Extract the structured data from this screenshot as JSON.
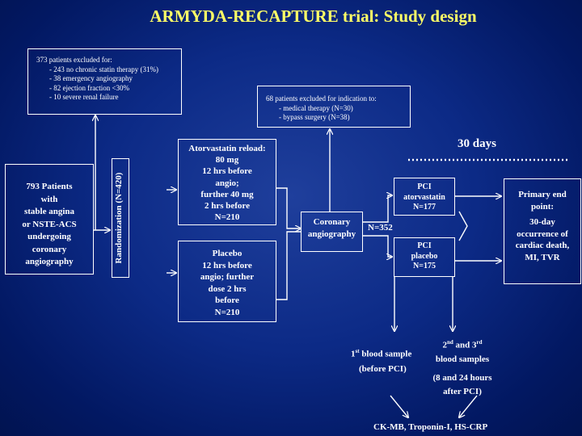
{
  "title": "ARMYDA-RECAPTURE trial: Study design",
  "excluded_373": {
    "heading": "373 patients excluded for:",
    "items": [
      "- 243 no chronic  statin therapy (31%)",
      "- 38   emergency angiography",
      "-  82  ejection fraction <30%",
      "- 10   severe renal failure"
    ]
  },
  "excluded_68": {
    "heading": "68 patients excluded for indication to:",
    "items": [
      "- medical therapy (N=30)",
      "- bypass surgery (N=38)"
    ]
  },
  "patients": {
    "lines": [
      "793 Patients",
      "with",
      "stable angina",
      "or NSTE-ACS",
      "undergoing",
      "coronary",
      "angiography"
    ]
  },
  "randomization": "Randomization (N=420)",
  "atorvastatin": {
    "lines": [
      "Atorvastatin reload:",
      "80 mg",
      "12 hrs before",
      "angio;",
      "further 40 mg",
      "2 hrs before",
      "N=210"
    ]
  },
  "placebo": {
    "lines": [
      "Placebo",
      "12 hrs before",
      "angio; further",
      "dose 2 hrs",
      "before",
      "N=210"
    ]
  },
  "angiography": {
    "lines": [
      "Coronary",
      "angiography"
    ]
  },
  "n352": "N=352",
  "thirty_days": "30 days",
  "pci_atorvastatin": {
    "lines": [
      "PCI",
      "atorvastatin",
      "N=177"
    ]
  },
  "pci_placebo": {
    "lines": [
      "PCI",
      "placebo",
      "N=175"
    ]
  },
  "primary": {
    "lines": [
      "Primary end",
      "point:",
      "",
      "30-day",
      "occurrence of",
      "cardiac death,",
      "MI, TVR"
    ]
  },
  "blood1": {
    "label": "1",
    "sup": "st",
    "rest": " blood sample",
    "sub": "(before PCI)"
  },
  "blood2": {
    "pre1": "2",
    "sup1": "nd",
    "mid": " and 3",
    "sup2": "rd",
    "line2": "blood samples",
    "line3": "(8 and 24 hours",
    "line4": "after PCI)"
  },
  "markers": "CK-MB, Troponin-I, HS-CRP",
  "colors": {
    "title": "#ffff66",
    "background": "#0c2a86",
    "lines": "#ffffff"
  }
}
